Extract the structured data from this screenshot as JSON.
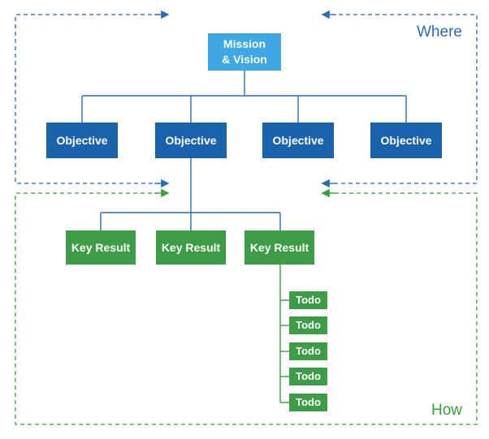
{
  "zones": {
    "where_label": "Where",
    "how_label": "How"
  },
  "nodes": {
    "mission": "Mission\n& Vision",
    "objectives": [
      "Objective",
      "Objective",
      "Objective",
      "Objective"
    ],
    "key_results": [
      "Key Result",
      "Key Result",
      "Key Result"
    ],
    "todos": [
      "Todo",
      "Todo",
      "Todo",
      "Todo",
      "Todo"
    ]
  },
  "colors": {
    "where_zone": "#2a6bb6",
    "how_zone": "#3a9e3d",
    "mission_fill": "#3ea8e5",
    "objective_fill": "#1b62ad",
    "key_result_fill": "#3d9c46",
    "todo_fill": "#3d9c46",
    "connector_blue": "#2b6fb3",
    "connector_green": "#3d9c46"
  }
}
